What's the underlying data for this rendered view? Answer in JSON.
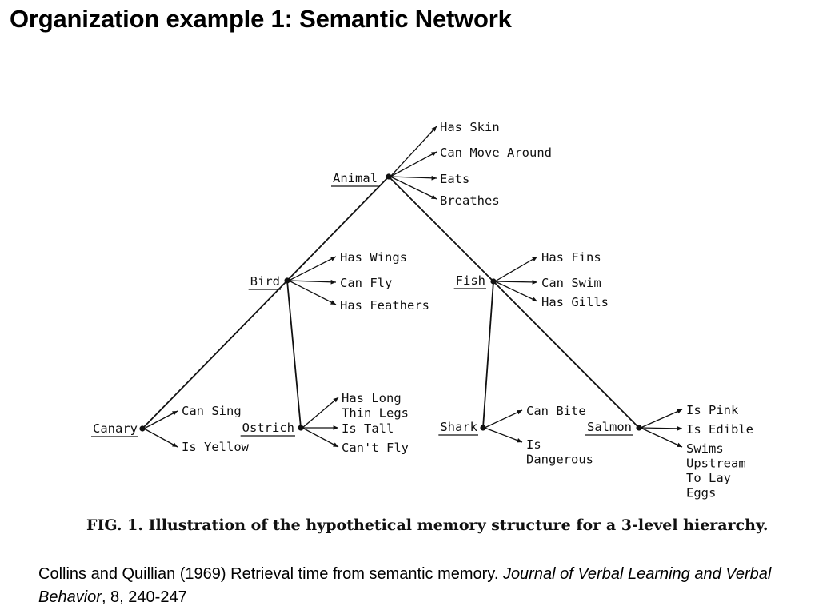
{
  "title": "Organization example 1: Semantic Network",
  "figure": {
    "caption": "FIG. 1. Illustration of the hypothetical memory structure for a 3-level hierarchy.",
    "nodes": [
      {
        "id": "animal",
        "label": "Animal",
        "properties": [
          "Has Skin",
          "Can Move Around",
          "Eats",
          "Breathes"
        ]
      },
      {
        "id": "bird",
        "label": "Bird",
        "properties": [
          "Has Wings",
          "Can Fly",
          "Has Feathers"
        ]
      },
      {
        "id": "fish",
        "label": "Fish",
        "properties": [
          "Has Fins",
          "Can Swim",
          "Has Gills"
        ]
      },
      {
        "id": "canary",
        "label": "Canary",
        "properties": [
          "Can Sing",
          "Is Yellow"
        ]
      },
      {
        "id": "ostrich",
        "label": "Ostrich",
        "properties": [
          "Has Long Thin Legs",
          "Is Tall",
          "Can't Fly"
        ]
      },
      {
        "id": "shark",
        "label": "Shark",
        "properties": [
          "Can Bite",
          "Is Dangerous"
        ]
      },
      {
        "id": "salmon",
        "label": "Salmon",
        "properties": [
          "Is Pink",
          "Is Edible",
          "Swims Upstream To Lay Eggs"
        ]
      }
    ],
    "links": [
      {
        "from": "animal",
        "to": "bird"
      },
      {
        "from": "animal",
        "to": "fish"
      },
      {
        "from": "bird",
        "to": "canary"
      },
      {
        "from": "bird",
        "to": "ostrich"
      },
      {
        "from": "fish",
        "to": "shark"
      },
      {
        "from": "fish",
        "to": "salmon"
      }
    ]
  },
  "citation": {
    "authors": "Collins and Quillian (1969) Retrieval time from semantic memory. ",
    "journal": "Journal of Verbal Learning and Verbal Behavior",
    "details": ", 8, 240-247"
  }
}
